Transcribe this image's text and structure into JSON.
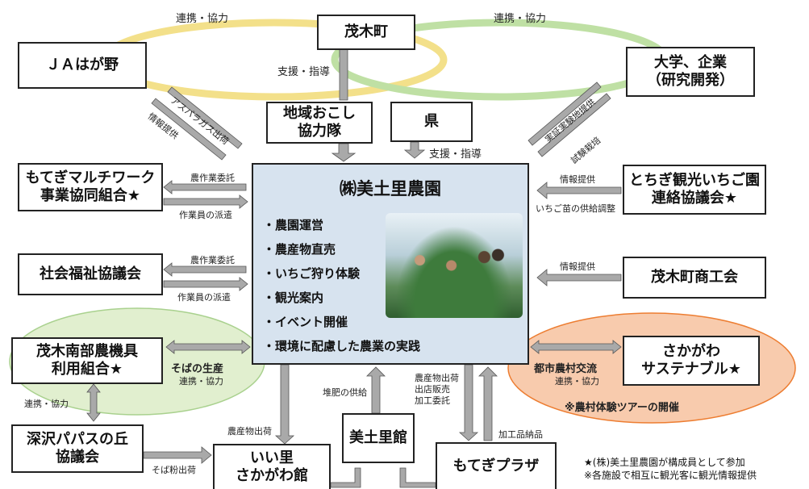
{
  "orgs": {
    "motegi": "茂木町",
    "ja": "ＪＡはが野",
    "univ_line1": "大学、企業",
    "univ_line2": "（研究開発）",
    "kyoryokutai_line1": "地域おこし",
    "kyoryokutai_line2": "協力隊",
    "ken": "県",
    "mulchi_line1": "もてぎマルチワーク",
    "mulchi_line2": "事業協同組合★",
    "tochigi_line1": "とちぎ観光いちご園",
    "tochigi_line2": "連絡協議会★",
    "fukushi": "社会福祉協議会",
    "shokokai": "茂木町商工会",
    "nankibu_line1": "茂木南部農機具",
    "nankibu_line2": "利用組合★",
    "sakagawa_line1": "さかがわ",
    "sakagawa_line2": "サステナブル★",
    "fukasawa_line1": "深沢パパスの丘",
    "fukasawa_line2": "協議会",
    "iisato_line1": "いい里",
    "iisato_line2": "さかがわ館",
    "midorikan": "美土里館",
    "plaza": "もてぎプラザ"
  },
  "center": {
    "title": "㈱美土里農園",
    "activities": [
      "・農園運営",
      "・農産物直売",
      "・いちご狩り体験",
      "・観光案内",
      "・イベント開催",
      "・環境に配慮した農業の実践"
    ]
  },
  "labels": {
    "renkei_left": "連携・協力",
    "renkei_right": "連携・協力",
    "shien_motegi": "支援・指導",
    "shien_ken": "支援・指導",
    "asparagus": "アスパラガス出荷",
    "joho_ja": "情報提供",
    "jissho": "実証実験地提供",
    "shiken": "試験栽培",
    "nosagyo1": "農作業委託",
    "sagyoin1": "作業員の派遣",
    "nosagyo2": "農作業委託",
    "sagyoin2": "作業員の派遣",
    "joho_tochigi": "情報提供",
    "ichigo_nae": "いちご苗の供給調整",
    "joho_shoko": "情報提供",
    "soba_seisan": "そばの生産",
    "renkei_soba": "連携・協力",
    "renkei_fukasawa": "連携・協力",
    "soba_ko": "そば粉出荷",
    "nosanbutsu": "農産物出荷",
    "taihi": "堆肥の供給",
    "plaza_line1": "農産物出荷",
    "plaza_line2": "出店販売",
    "plaza_line3": "加工委託",
    "kakohin": "加工品納品",
    "toshi": "都市農村交流",
    "renkei_sakagawa": "連携・協力",
    "noson_tour": "※農村体験ツアーの開催"
  },
  "legend": {
    "line1": "★(株)美土里農園が構成員として参加",
    "line2": "※各施設で相互に観光客に観光情報提供"
  },
  "colors": {
    "arrow_fill": "#a9a9a9",
    "ellipse_yellow": "#f3e08a",
    "ellipse_green": "#bfe0a4",
    "ellipse_soba": "#e1efcf",
    "ellipse_orange": "#f4b183",
    "center_bg": "#d7e3ef"
  }
}
